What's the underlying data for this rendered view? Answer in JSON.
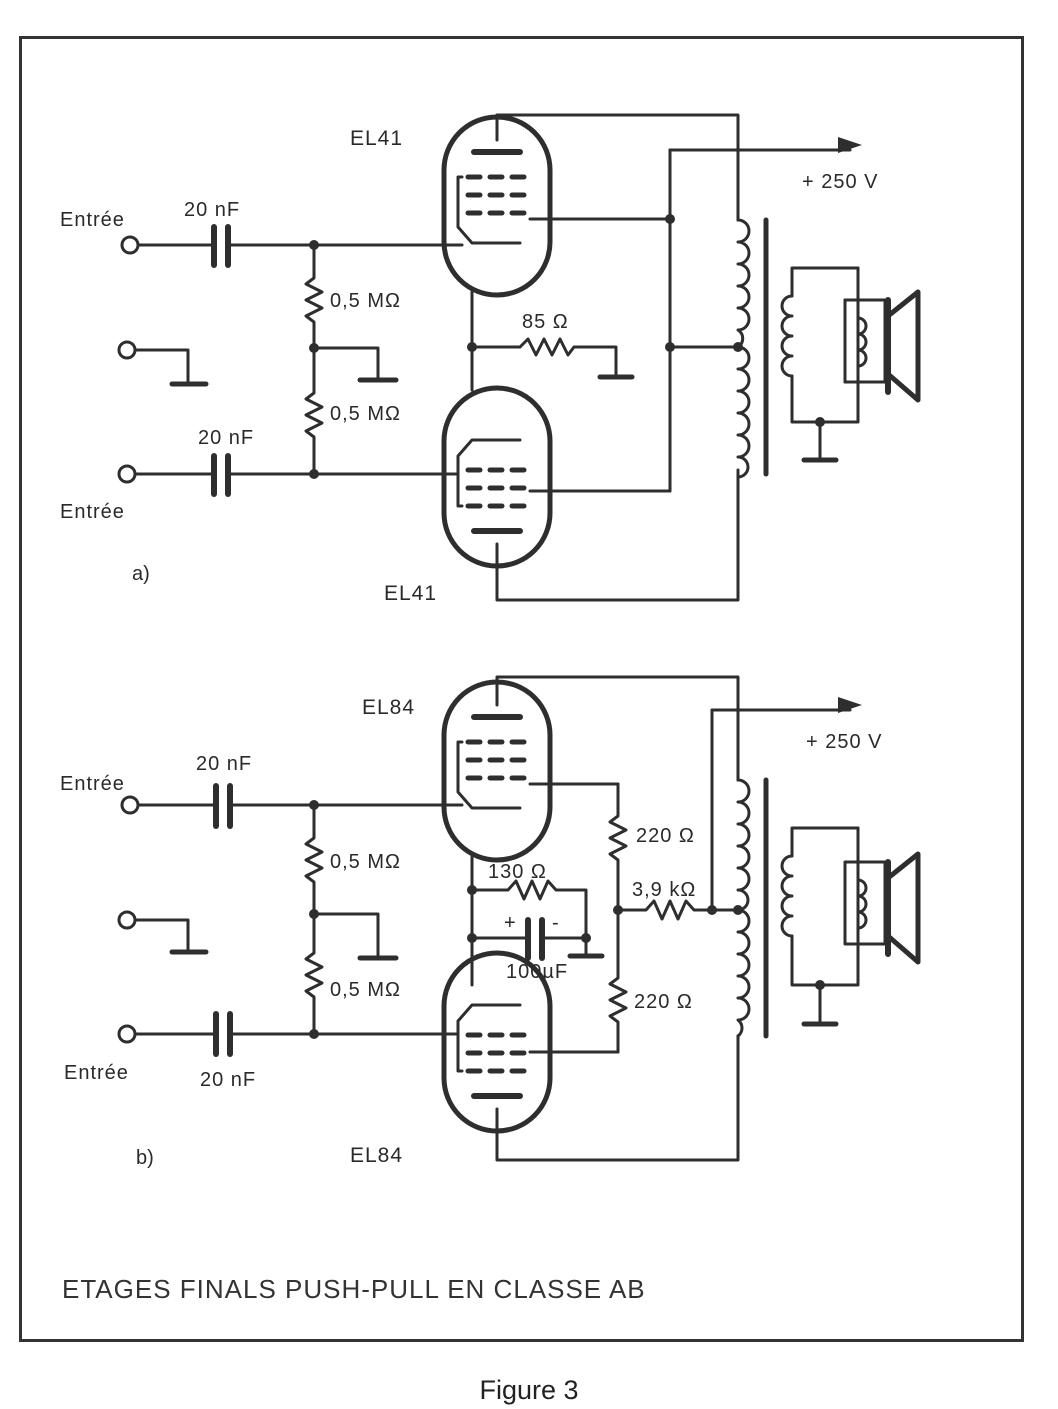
{
  "circuit_a": {
    "tube_top": "EL41",
    "tube_bottom": "EL41",
    "input_top": "Entrée",
    "input_bottom": "Entrée",
    "cap_top": "20 nF",
    "cap_bottom": "20 nF",
    "res_top": "0,5 MΩ",
    "res_bottom": "0,5 MΩ",
    "cathode_res": "85 Ω",
    "supply": "+ 250  V",
    "label": "a)"
  },
  "circuit_b": {
    "tube_top": "EL84",
    "tube_bottom": "EL84",
    "input_top": "Entrée",
    "input_bottom": "Entrée",
    "cap_top": "20 nF",
    "cap_bottom": "20 nF",
    "res_top": "0,5 MΩ",
    "res_bottom": "0,5 MΩ",
    "cathode_res": "130 Ω",
    "cathode_cap": "100µF",
    "cap_plus": "+",
    "cap_minus": "-",
    "screen_res_top": "220 Ω",
    "screen_res_bottom": "220 Ω",
    "feed_res": "3,9 kΩ",
    "supply": "+ 250  V",
    "label": "b)"
  },
  "caption": "ETAGES FINALS PUSH-PULL EN CLASSE AB",
  "figure_label": "Figure 3"
}
